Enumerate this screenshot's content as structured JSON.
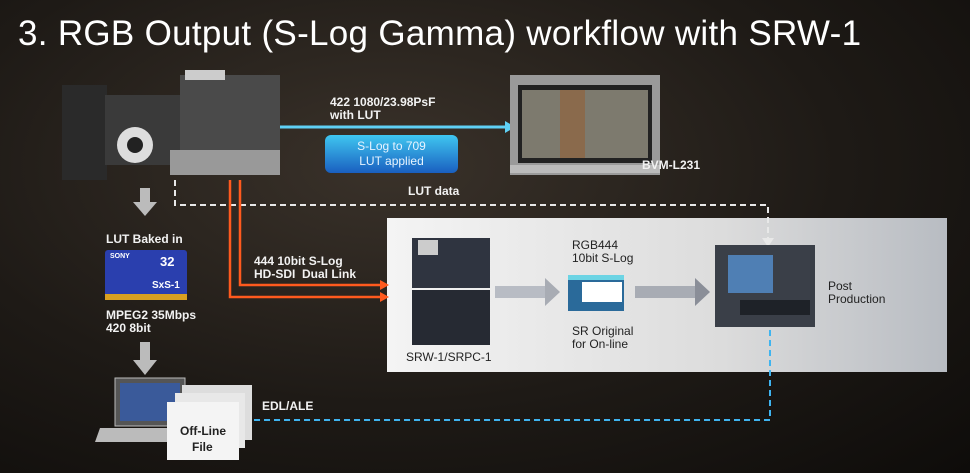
{
  "title": "3. RGB Output (S-Log Gamma) workflow with SRW-1",
  "labels": {
    "hd_output": "422 1080/23.98PsF",
    "hd_output2": "with LUT",
    "lut_box1": "S-Log to 709",
    "lut_box2": "LUT applied",
    "monitor": "BVM-L231",
    "lut_data": "LUT data",
    "lut_baked": "LUT Baked in",
    "card_brand": "SONY",
    "card_size": "32",
    "card_name": "SxS-1",
    "mpeg1": "MPEG2 35Mbps",
    "mpeg2": "420 8bit",
    "dual1": "444 10bit S-Log",
    "dual2": "HD-SDI  Dual Link",
    "srw": "SRW-1/SRPC-1",
    "rgb1": "RGB444",
    "rgb2": "10bit S-Log",
    "sr1": "SR Original",
    "sr2": "for On-line",
    "post1": "Post",
    "post2": "Production",
    "edl": "EDL/ALE",
    "offline1": "Off-Line",
    "offline2": "File"
  },
  "colors": {
    "blue_line": "#5fd0f5",
    "orange_line": "#ff5a1e",
    "panel": "#e4e4e4"
  }
}
